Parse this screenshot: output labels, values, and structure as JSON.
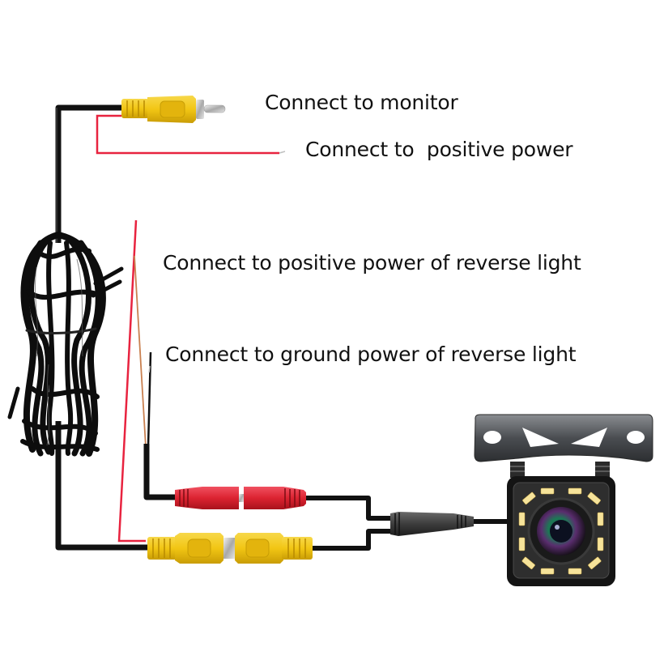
{
  "diagram": {
    "title": "Backup camera wiring diagram",
    "labels": {
      "monitor": "Connect to monitor",
      "positive_power": "Connect to  positive power",
      "reverse_positive": "Connect to positive power of reverse light",
      "reverse_ground": "Connect to ground power of reverse light"
    },
    "components": [
      {
        "id": "video-out-rca",
        "kind": "RCA plug",
        "color": "yellow",
        "connects_to": "monitor"
      },
      {
        "id": "power-wire-red",
        "kind": "bare wire",
        "color": "red",
        "connects_to": "positive power"
      },
      {
        "id": "extension-cable",
        "kind": "coiled cable",
        "color": "black"
      },
      {
        "id": "reverse-positive-wire",
        "kind": "bare wire",
        "color": "red",
        "connects_to": "positive power of reverse light"
      },
      {
        "id": "reverse-ground-wire",
        "kind": "bare wire",
        "color": "black",
        "connects_to": "ground power of reverse light"
      },
      {
        "id": "power-connector",
        "kind": "DC connector pair",
        "color": "red"
      },
      {
        "id": "video-connector",
        "kind": "RCA connector pair",
        "color": "yellow"
      },
      {
        "id": "splitter",
        "kind": "Y-splitter",
        "color": "dark gray"
      },
      {
        "id": "camera",
        "kind": "reversing camera",
        "led_count": 12,
        "mount": "metal bracket"
      }
    ],
    "colors": {
      "cable": "#111111",
      "red_wire": "#e8233f",
      "yellow_plug": "#f2c614",
      "red_plug": "#d8232e",
      "led": "#f6e39a",
      "bracket": "#5b5e62",
      "camera_body": "#141414"
    }
  }
}
